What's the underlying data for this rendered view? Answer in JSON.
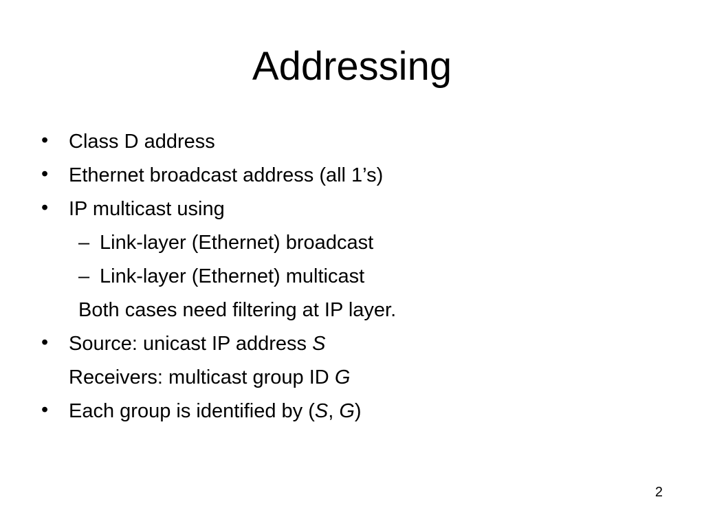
{
  "slide": {
    "title": "Addressing",
    "bullet_symbol": "•",
    "dash_symbol": "–",
    "items": [
      {
        "text": "Class D address"
      },
      {
        "text": "Ethernet broadcast address (all 1’s)"
      },
      {
        "text": "IP multicast using"
      }
    ],
    "subitems": [
      {
        "text": "Link-layer (Ethernet) broadcast"
      },
      {
        "text": "Link-layer (Ethernet) multicast"
      }
    ],
    "sub_note": "Both cases need filtering at IP layer.",
    "source_line": {
      "prefix": "Source: unicast IP address ",
      "var": "S"
    },
    "receivers_line": {
      "prefix": "Receivers: multicast group ID ",
      "var": "G"
    },
    "group_line": {
      "prefix": "Each group is identified by (",
      "var1": "S",
      "sep": ", ",
      "var2": "G",
      "suffix": ")"
    },
    "page_number": "2"
  }
}
